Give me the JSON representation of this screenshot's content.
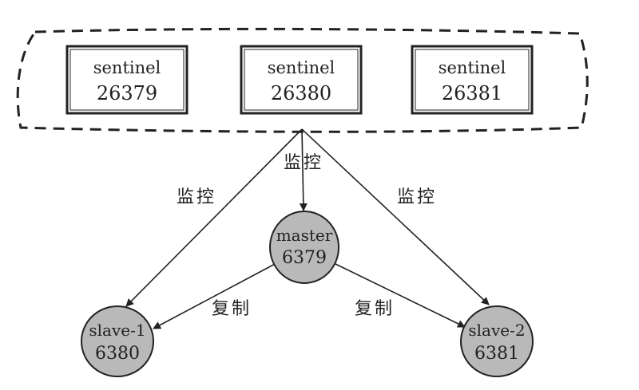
{
  "colors": {
    "ink": "#222222",
    "node_fill": "#b9b9b9",
    "background": "#ffffff"
  },
  "sentinels": [
    {
      "name": "sentinel",
      "port": "26379"
    },
    {
      "name": "sentinel",
      "port": "26380"
    },
    {
      "name": "sentinel",
      "port": "26381"
    }
  ],
  "master": {
    "name": "master",
    "port": "6379"
  },
  "slaves": [
    {
      "name": "slave-1",
      "port": "6380"
    },
    {
      "name": "slave-2",
      "port": "6381"
    }
  ],
  "edge_labels": {
    "monitor_left": "监控",
    "monitor_center": "监控",
    "monitor_right": "监控",
    "replicate_left": "复制",
    "replicate_right": "复制"
  }
}
